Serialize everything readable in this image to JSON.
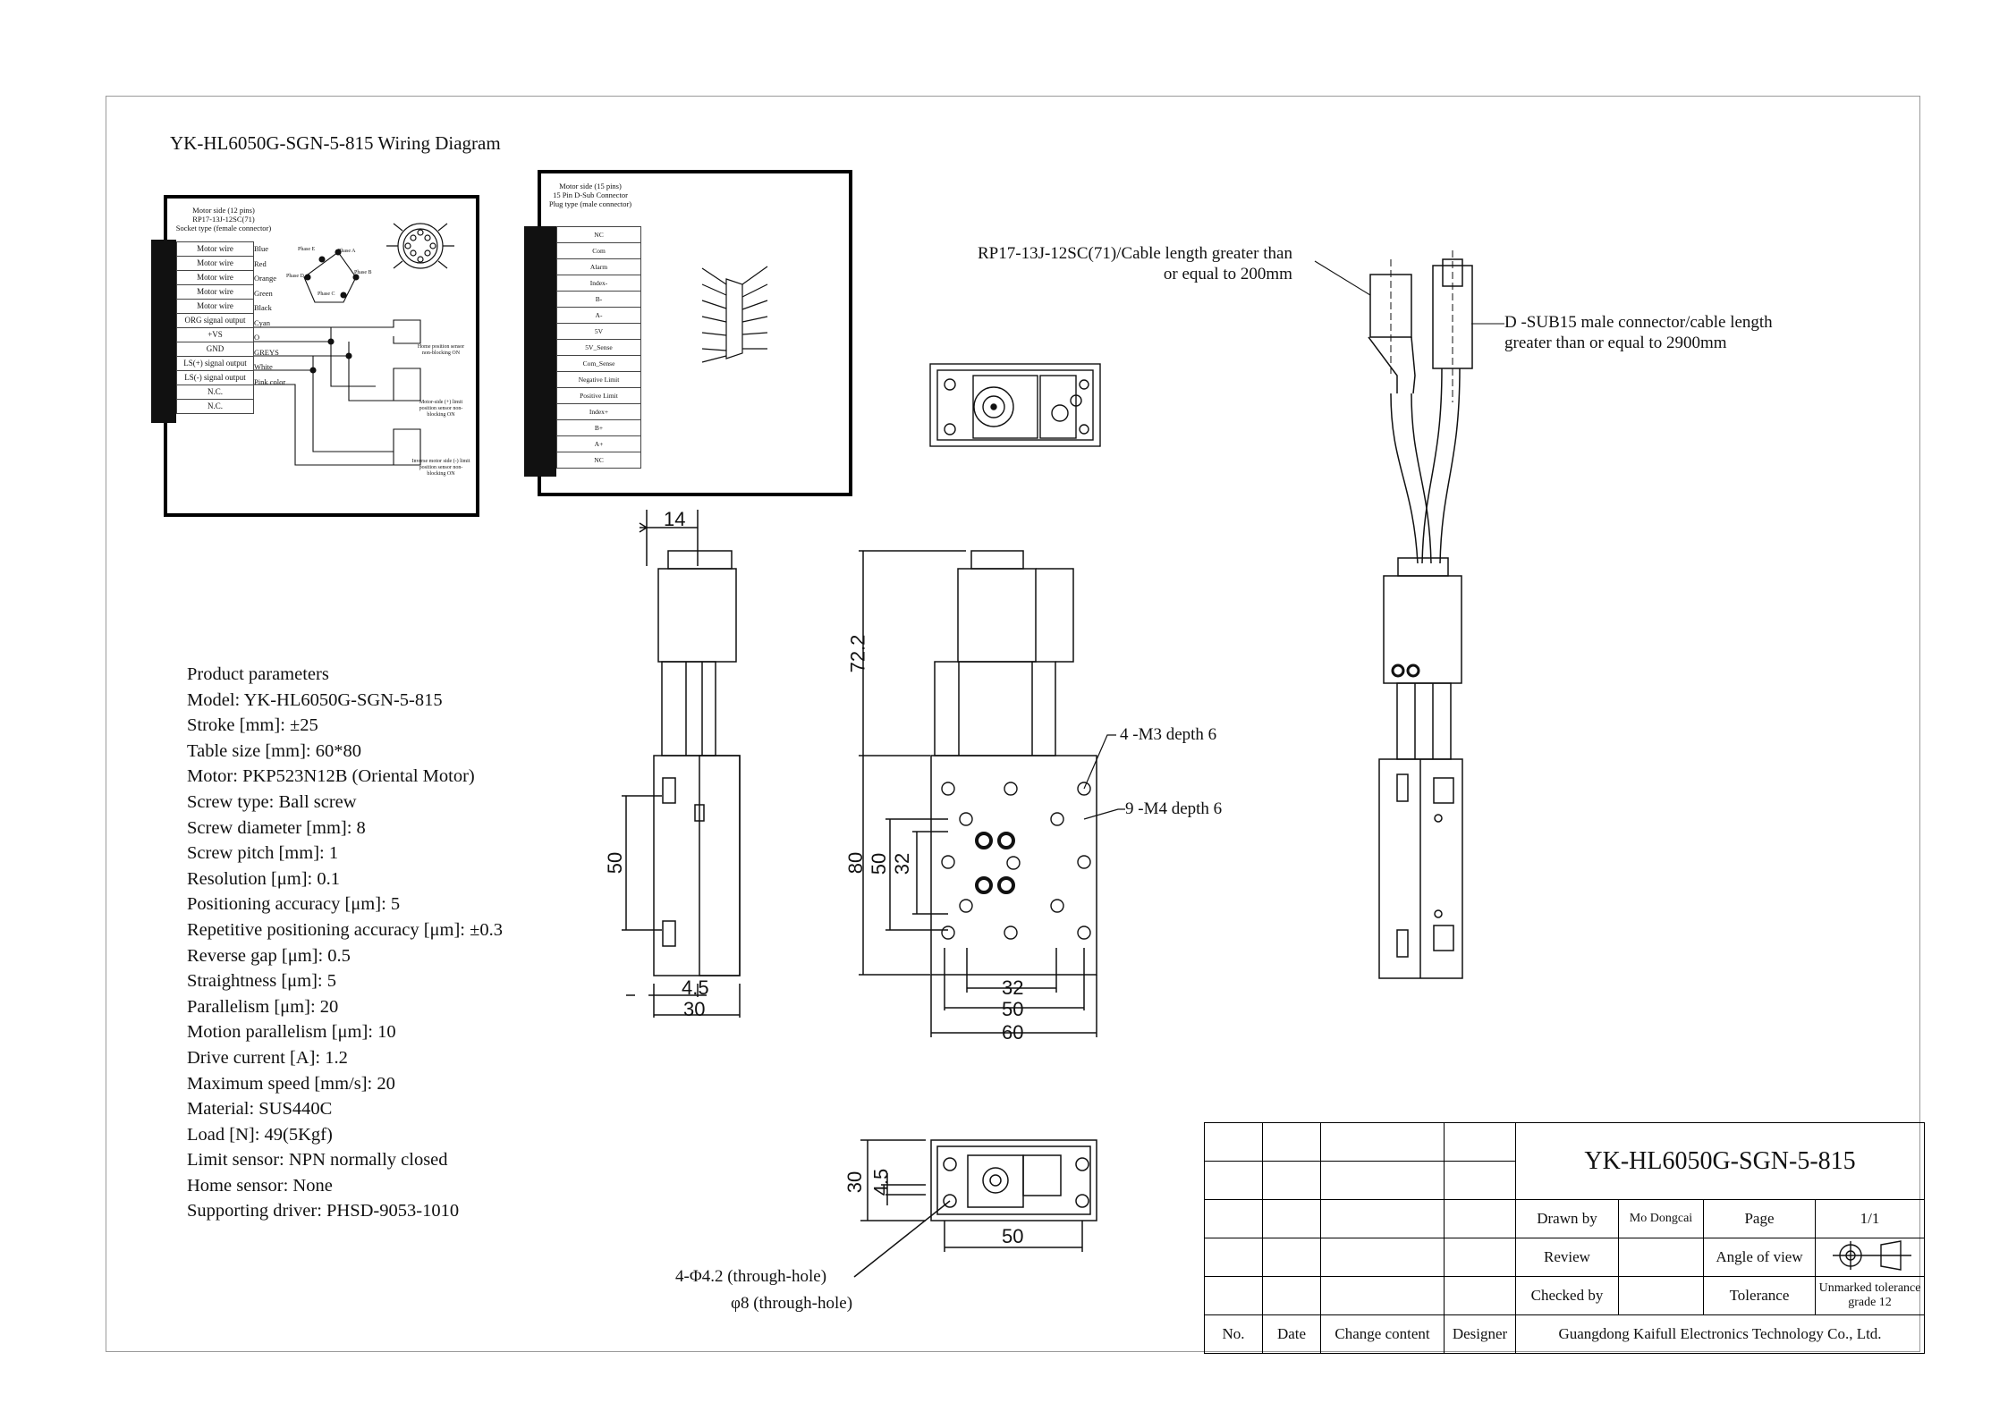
{
  "title": "YK-HL6050G-SGN-5-815 Wiring Diagram",
  "params": [
    "Product parameters",
    "Model: YK-HL6050G-SGN-5-815",
    "Stroke [mm]: ±25",
    "Table size [mm]: 60*80",
    "Motor: PKP523N12B (Oriental Motor)",
    "Screw type: Ball screw",
    "Screw diameter [mm]: 8",
    "Screw pitch [mm]: 1",
    "Resolution [μm]: 0.1",
    "Positioning accuracy [μm]: 5",
    "Repetitive positioning accuracy [μm]: ±0.3",
    "Reverse gap [μm]: 0.5",
    "Straightness [μm]: 5",
    "Parallelism [μm]: 20",
    "Motion parallelism [μm]: 10",
    "Drive current [A]: 1.2",
    "Maximum speed [mm/s]: 20",
    "Material: SUS440C",
    "Load [N]: 49(5Kgf)",
    "Limit sensor: NPN normally closed",
    "Home sensor: None",
    "Supporting driver: PHSD-9053-1010"
  ],
  "motor_connector": {
    "header": [
      "Motor side (12 pins)",
      "RP17-13J-12SC(71)",
      "Socket type (female connector)"
    ],
    "rows": [
      "Motor wire",
      "Motor wire",
      "Motor wire",
      "Motor wire",
      "Motor wire",
      "ORG signal output",
      "+VS",
      "GND",
      "LS(+) signal output",
      "LS(-) signal output",
      "N.C.",
      "N.C."
    ],
    "colors": [
      "Blue",
      "Red",
      "Orange",
      "Green",
      "Black",
      "Cyan",
      "O",
      "GREYS",
      "White",
      "Pink color"
    ],
    "phases": [
      "Phase A",
      "Phase B",
      "Phase C",
      "Phase D",
      "Phase E"
    ],
    "notes": [
      "Home position sensor non-blocking ON",
      "Motor-side (+) limit position sensor non-blocking ON",
      "Inverse motor side (-) limit position sensor non-blocking ON"
    ]
  },
  "dsub_connector": {
    "header": [
      "Motor side (15 pins)",
      "15 Pin D-Sub Connector",
      "Plug type (male connector)"
    ],
    "rows": [
      "NC",
      "Com",
      "Alarm",
      "Index-",
      "B-",
      "A-",
      "5V",
      "5V_Sense",
      "Com_Sense",
      "Negative Limit",
      "Positive Limit",
      "Index+",
      "B+",
      "A+",
      "NC"
    ]
  },
  "callouts": {
    "rp17": [
      "RP17-13J-12SC(71)/Cable length greater than",
      "or equal to 200mm"
    ],
    "dsub": [
      "D -SUB15 male connector/cable length",
      "greater than or equal to 2900mm"
    ],
    "m3": "4 -M3 depth 6",
    "m4": "9 -M4 depth 6",
    "hole1": "4-Φ4.2 (through-hole)",
    "hole2": "φ8 (through-hole)"
  },
  "dimensions": {
    "side_top": "14",
    "side_height": "50",
    "side_b1": "4.5",
    "side_b2": "30",
    "front_72": "72.2",
    "front_80": "80",
    "front_50": "50",
    "front_32": "32",
    "front_b32": "32",
    "front_b50": "50",
    "front_b60": "60",
    "end_30": "30",
    "end_45": "4.5",
    "end_50": "50"
  },
  "title_block": {
    "part_number": "YK-HL6050G-SGN-5-815",
    "drawn_by_label": "Drawn by",
    "drawn_by": "Mo Dongcai",
    "page_label": "Page",
    "page": "1/1",
    "review_label": "Review",
    "angle_label": "Angle of view",
    "checked_label": "Checked by",
    "tolerance_label": "Tolerance",
    "tolerance": "Unmarked tolerance grade 12",
    "col_no": "No.",
    "col_date": "Date",
    "col_change": "Change content",
    "col_designer": "Designer",
    "company": "Guangdong Kaifull Electronics Technology Co., Ltd."
  }
}
